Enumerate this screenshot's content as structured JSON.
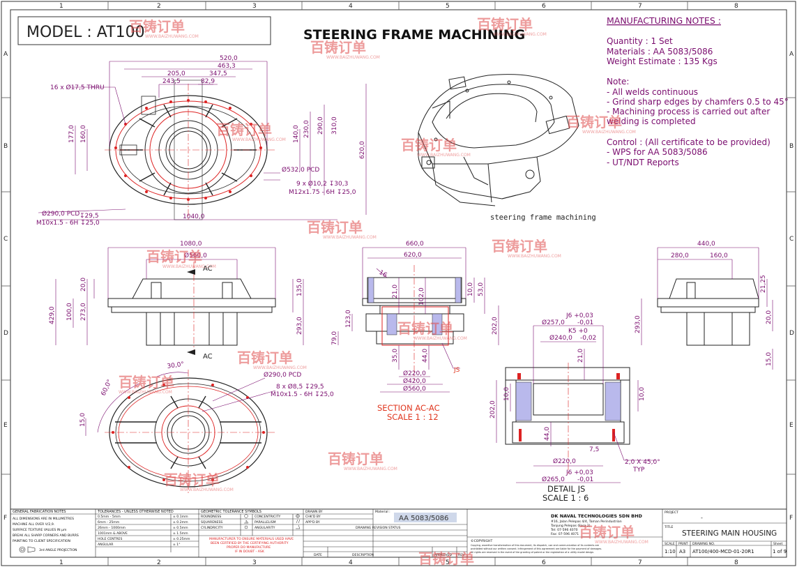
{
  "model": "MODEL :  AT100",
  "title": "STEERING FRAME MACHINING",
  "iso_caption": "steering frame machining",
  "zones": {
    "cols": [
      "1",
      "2",
      "3",
      "4",
      "5",
      "6",
      "7",
      "8"
    ],
    "rows": [
      "A",
      "B",
      "C",
      "D",
      "E",
      "F"
    ]
  },
  "notes": {
    "heading": "MANUFACTURING NOTES :",
    "lines": [
      "Quantity : 1 Set",
      "Materials : AA 5083/5086",
      "Weight Estimate : 135 Kgs"
    ],
    "note_heading": "Note:",
    "note_lines": [
      "- All welds continuous",
      "- Grind sharp edges by chamfers 0.5 to 45°",
      "- Machining process is carried out after",
      "welding is completed"
    ],
    "control_heading": "Control : (All certificate to be provided)",
    "control_lines": [
      "- WPS for AA 5083/5086",
      "- UT/NDT Reports"
    ]
  },
  "top_view": {
    "d520": "520,0",
    "d463": "463,3",
    "d347": "347,5",
    "d205": "205,0",
    "d243": "243,5",
    "d82": "82,9",
    "holes16": "16 x  Ø17,5 THRU",
    "d177": "177,0",
    "d160": "160,0",
    "d140": "140,0",
    "d230": "230,0",
    "d290": "290,0",
    "d310": "310,0",
    "d620": "620,0",
    "pcd532": "Ø532,0 PCD",
    "holes9a": "9 x  Ø10,2  ↧30,3",
    "holes9b": "M12x1.75 - 6H  ↧25,0",
    "pcd290": "Ø290,0 PCD",
    "holesl": "↧29,5",
    "m10": "M10x1.5 - 6H  ↧25,0",
    "d1040": "1040,0"
  },
  "front_view": {
    "d1080": "1080,0",
    "d560": "Ø560,0",
    "ac": "AC",
    "d20": "20,0",
    "d100": "100,0",
    "d273": "273,0",
    "d429": "429,0",
    "d135": "135,0",
    "d293": "293,0"
  },
  "bottom_view": {
    "d30": "30,0°",
    "d60": "60,0°",
    "d15": "15,0",
    "pcd290": "Ø290,0 PCD",
    "holes8a": "8 x  Ø8,5  ↧29,5",
    "holes8b": "M10x1.5 - 6H  ↧25,0"
  },
  "section": {
    "d660": "660,0",
    "d620": "620,0",
    "d16": "16",
    "d21": "21,0",
    "d102": "102,0",
    "d10": "10,0",
    "d53": "53,0",
    "d123": "123,0",
    "d202": "202,0",
    "d79": "79,0",
    "d35": "35,0",
    "d44": "44,0",
    "d220": "Ø220,0",
    "d420": "Ø420,0",
    "d560": "Ø560,0",
    "js": "JS",
    "label": "SECTION AC-AC",
    "scale": "SCALE 1 : 12"
  },
  "detail": {
    "j6a": "J6 +0,03",
    "j6b": "-0,01",
    "d257": "Ø257,0",
    "d257b": "-0,01",
    "k5a": "K5 +0",
    "k5b": "-0,02",
    "d240": "Ø240,0",
    "d21": "21,0",
    "d10a": "10,0",
    "d10b": "10,0",
    "d202": "202,0",
    "d44": "44,0",
    "d75": "7,5",
    "d220": "Ø220,0",
    "chamfer": "2,0 X 45,0°",
    "typ": "TYP",
    "j6c": "J6 +0,03",
    "d265": "Ø265,0",
    "d265b": "-0,01",
    "label": "DETAIL JS",
    "scale": "SCALE 1 : 6"
  },
  "side_view": {
    "d440": "440,0",
    "d280": "280,0",
    "d160": "160,0",
    "d2125": "21,25",
    "d20": "20,0",
    "d293": "293,0",
    "d15": "15,0"
  },
  "title_block": {
    "gen_head": "GENERAL FABRICATION NOTES",
    "gen_lines": [
      "ALL DIMENSIONS ARE IN MILLIMETRES",
      "MACHINE ALL OVER V/2,9.",
      "SURFACE TEXTURE VALUES IN µm",
      "BREAK ALL SHARP CORNERS AND BURRS",
      "PAINTING TO CLIENT SPECIFICATION"
    ],
    "projection": "3rd ANGLE PROJECTION",
    "tol_head": "TOLERANCES - UNLESS OTHERWISE NOTED",
    "tol_rows": [
      {
        "range": "0.5mm - 5mm",
        "tol": "± 0.1mm"
      },
      {
        "range": "6mm - 25mm",
        "tol": "± 0.2mm"
      },
      {
        "range": "26mm - 1000mm",
        "tol": "± 0.5mm"
      },
      {
        "range": "1001mm & ABOVE",
        "tol": "± 1.5mm"
      },
      {
        "range": "HOLE CENTRES",
        "tol": "± 0.25mm"
      },
      {
        "range": "ANGULAR",
        "tol": "± 1°"
      }
    ],
    "geo_head": "GEOMETRIC TOLERANCE SYMBOLS",
    "geo_rows": [
      {
        "a": "ROUNDNESS",
        "b": "CONCENTRICITY"
      },
      {
        "a": "SQUARENESS",
        "b": "PARALLELISM"
      },
      {
        "a": "CYLINDRICITY",
        "b": "ANGULARITY"
      }
    ],
    "warning": [
      "MANUFACTURER TO ENSURE MATERIALS USED HAVE",
      "BEEN CERTIFIED BY THE CERTIFYING AUTHORITY",
      "PROPER DO MANUFACTURE",
      "IF IN DOUBT - ASK"
    ],
    "drawn": "DRAWN BY",
    "chkd": "CHK'D BY",
    "appd": "APP'D BY",
    "material_label": "Material :",
    "material": "AA 5083/5086",
    "rev_head": "DRAWING REVISION STATUS",
    "date": "DATE",
    "description": "DESCRIPTION",
    "approved": "APPROVED",
    "rev": "REV.",
    "company": "DK NAVAL TECHNOLOGIES SDN BHD",
    "address": [
      "#16, Jalan Pelepas 4/4, Taman Perindustrian",
      "Tanjung Pelepas (Fasa 2)",
      "Tel: 07-596 4070",
      "Fax: 07-596 4071"
    ],
    "copyright_head": "©COPYRIGHT",
    "copyright": [
      "Copying, assertive transformation of this document, its dispatch, use and communication of its contents are",
      "prohibited without our written consent. Infringement of this agreement are liable for the payment of damages.",
      "All rights are reserved in the event of the granting of patent or the registration of a utility model design."
    ],
    "project_label": "PROJECT",
    "project": "-",
    "title_label": "TITLE",
    "drawing_title": "STEERING MAIN HOUSING",
    "scale_label": "SCALE",
    "print_label": "PRINT",
    "dwg_label": "DRAWING NO.",
    "sheet_label": "Sheet",
    "scale": "1:10",
    "print": "A3",
    "dwg": "AT100/400-MCD-01-20R1",
    "sheet": "1 of 9"
  },
  "watermark": {
    "text": "百铸订单",
    "url": "WWW.BAIZHUWANG.COM"
  }
}
